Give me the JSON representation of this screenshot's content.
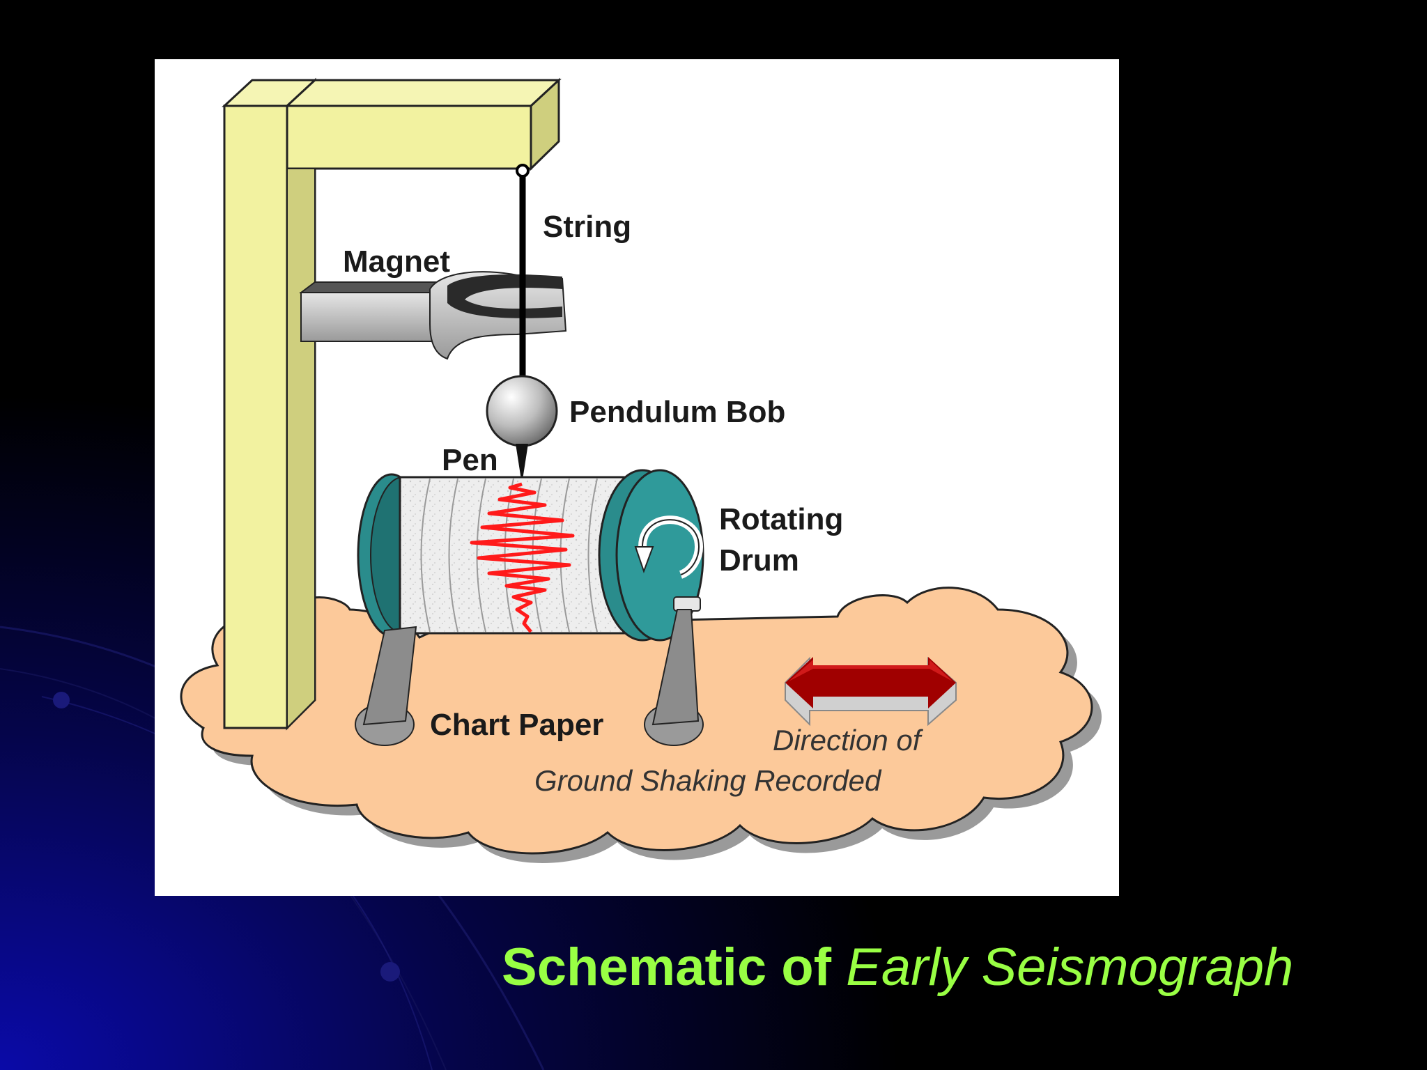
{
  "caption": {
    "bold": "Schematic of",
    "italic": "Early Seismograph"
  },
  "labels": {
    "string": "String",
    "magnet": "Magnet",
    "pendulum_bob": "Pendulum Bob",
    "pen": "Pen",
    "rotating": "Rotating",
    "drum": "Drum",
    "chart_paper": "Chart Paper",
    "direction_line1": "Direction of",
    "direction_line2": "Ground Shaking Recorded"
  },
  "colors": {
    "background": "#000000",
    "slide_accent": "#0a0a8c",
    "caption": "#99ff44",
    "frame": "#f2f2a0",
    "frame_side": "#cfcf7e",
    "ground": "#fcc99a",
    "drum_end": "#2a8c8c",
    "trace": "#ff1a1a",
    "arrow": "#a00000"
  }
}
